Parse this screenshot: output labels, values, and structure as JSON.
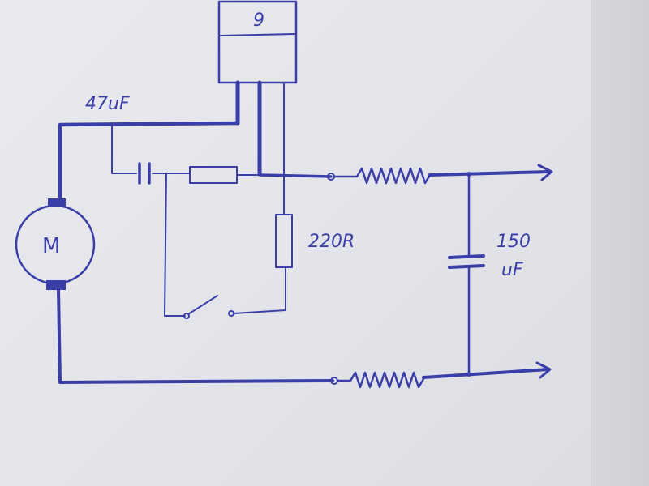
{
  "labels": {
    "regulator_pin": "9",
    "cap_small": "47uF",
    "resistor": "220R",
    "cap_large_value": "150",
    "cap_large_unit": "uF",
    "motor": "M"
  },
  "colors": {
    "ink": "#3a3fa8",
    "paper": "#e6e7eb"
  }
}
